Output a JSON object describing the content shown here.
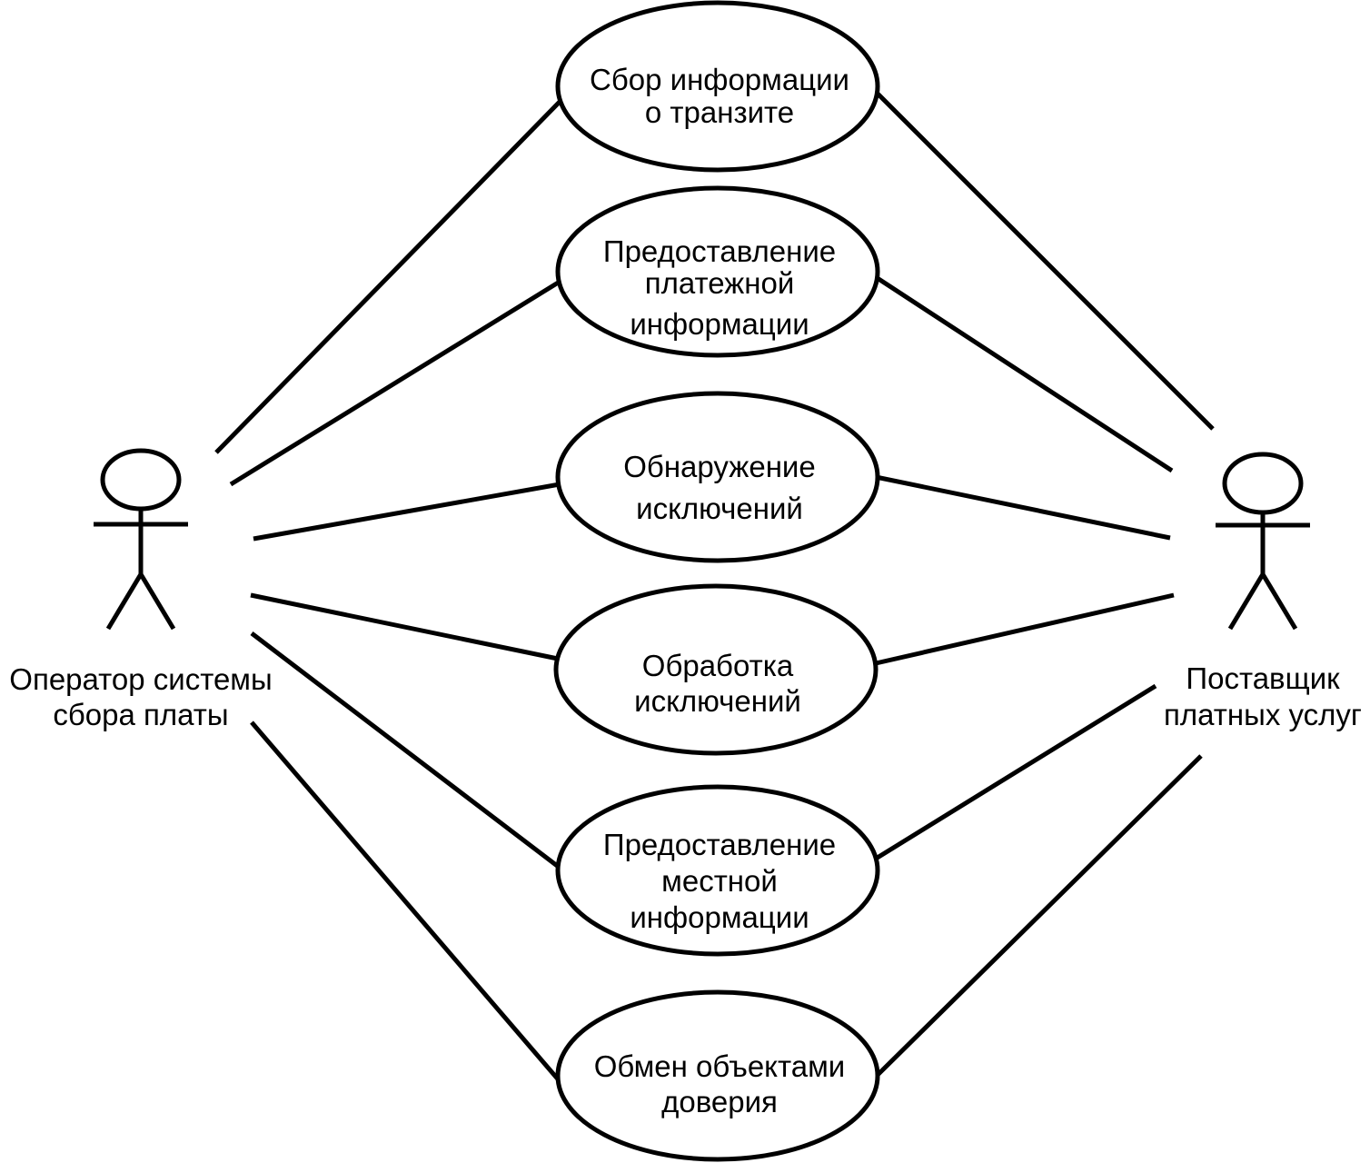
{
  "diagram": {
    "type": "uml-use-case",
    "actors": [
      {
        "id": "operator",
        "label_lines": [
          "Оператор системы",
          "сбора платы"
        ]
      },
      {
        "id": "provider",
        "label_lines": [
          "Поставщик",
          "платных услуг"
        ]
      }
    ],
    "use_cases": [
      {
        "id": "uc1",
        "label_lines": [
          "Сбор информации",
          "о транзите"
        ]
      },
      {
        "id": "uc2",
        "label_lines": [
          "Предоставление",
          "платежной",
          "информации"
        ]
      },
      {
        "id": "uc3",
        "label_lines": [
          "Обнаружение",
          "исключений"
        ]
      },
      {
        "id": "uc4",
        "label_lines": [
          "Обработка",
          "исключений"
        ]
      },
      {
        "id": "uc5",
        "label_lines": [
          "Предоставление",
          "местной",
          "информации"
        ]
      },
      {
        "id": "uc6",
        "label_lines": [
          "Обмен объектами",
          "доверия"
        ]
      }
    ],
    "associations": [
      {
        "from": "operator",
        "to": "uc1"
      },
      {
        "from": "operator",
        "to": "uc2"
      },
      {
        "from": "operator",
        "to": "uc3"
      },
      {
        "from": "operator",
        "to": "uc4"
      },
      {
        "from": "operator",
        "to": "uc5"
      },
      {
        "from": "operator",
        "to": "uc6"
      },
      {
        "from": "provider",
        "to": "uc1"
      },
      {
        "from": "provider",
        "to": "uc2"
      },
      {
        "from": "provider",
        "to": "uc3"
      },
      {
        "from": "provider",
        "to": "uc4"
      },
      {
        "from": "provider",
        "to": "uc5"
      },
      {
        "from": "provider",
        "to": "uc6"
      }
    ]
  }
}
